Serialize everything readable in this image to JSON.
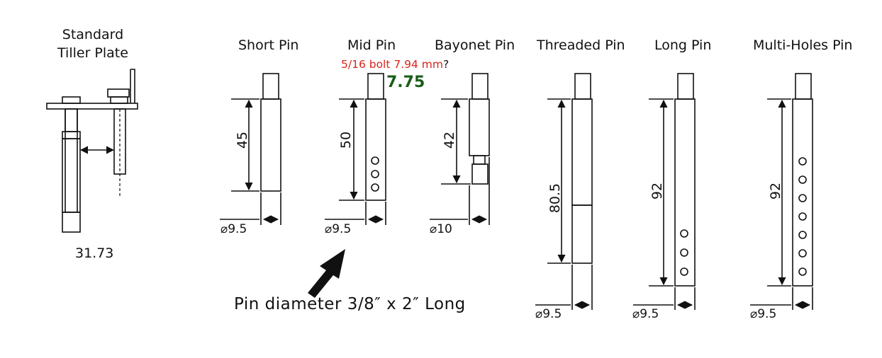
{
  "plate": {
    "title_line1": "Standard",
    "title_line2": "Tiller Plate",
    "distance": "31.73"
  },
  "pins": [
    {
      "name": "Short Pin",
      "length": "45",
      "diameter": "⌀9.5"
    },
    {
      "name": "Mid Pin",
      "length": "50",
      "diameter": "⌀9.5"
    },
    {
      "name": "Bayonet Pin",
      "length": "42",
      "diameter": "⌀10"
    },
    {
      "name": "Threaded Pin",
      "length": "80.5",
      "diameter": "⌀9.5"
    },
    {
      "name": "Long Pin",
      "length": "92",
      "diameter": "⌀9.5"
    },
    {
      "name": "Multi-Holes Pin",
      "length": "92",
      "diameter": "⌀9.5"
    }
  ],
  "annotations": {
    "bolt_note": "5/16 bolt 7.94 mm",
    "bolt_note_mark": "?",
    "measured": "7.75",
    "caption": "Pin diameter 3/8″ x 2″ Long"
  },
  "colors": {
    "line": "#111111",
    "note_red": "#d9241b",
    "note_green": "#1a5c1a"
  }
}
